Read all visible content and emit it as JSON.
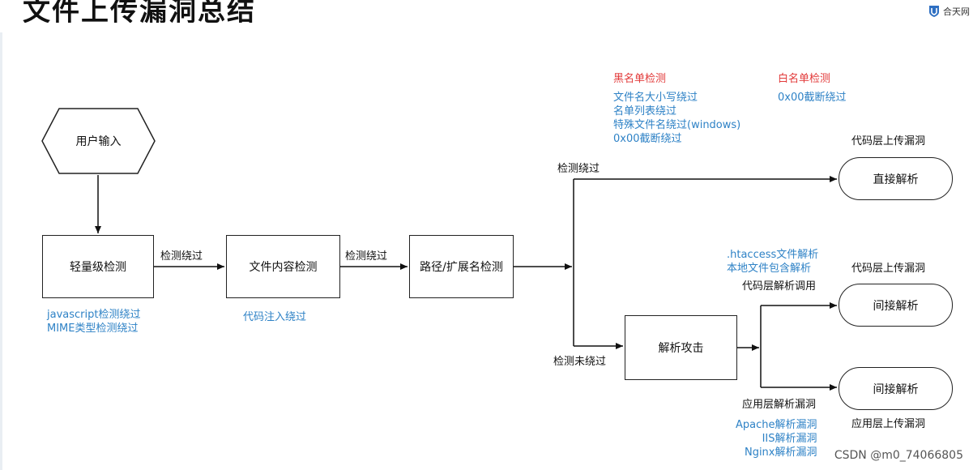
{
  "title": "文件上传漏洞总结",
  "logo_text": "合天网",
  "nodes": {
    "user_input": "用户输入",
    "light_check": "轻量级检测",
    "content_check": "文件内容检测",
    "path_check": "路径/扩展名检测",
    "parse_attack": "解析攻击",
    "direct_parse": "直接解析",
    "indirect_parse_1": "间接解析",
    "indirect_parse_2": "间接解析"
  },
  "edge_labels": {
    "bypass_1": "检测绕过",
    "bypass_2": "检测绕过",
    "bypass_top": "检测绕过",
    "not_bypassed": "检测未绕过",
    "code_layer_call": "代码层解析调用",
    "app_layer_vuln": "应用层解析漏洞"
  },
  "side_labels": {
    "code_layer_upload_1": "代码层上传漏洞",
    "code_layer_upload_2": "代码层上传漏洞",
    "app_layer_upload": "应用层上传漏洞"
  },
  "notes": {
    "light_check": [
      "javascript检测绕过",
      "MIME类型检测绕过"
    ],
    "content_check": [
      "代码注入绕过"
    ],
    "blacklist_title": "黑名单检测",
    "blacklist": [
      "文件名大小写绕过",
      "名单列表绕过",
      "特殊文件名绕过(windows)",
      "0x00截断绕过"
    ],
    "whitelist_title": "白名单检测",
    "whitelist": [
      "0x00截断绕过"
    ],
    "code_parse": [
      ".htaccess文件解析",
      "本地文件包含解析"
    ],
    "app_parse": [
      "Apache解析漏洞",
      "IIS解析漏洞",
      "Nginx解析漏洞"
    ]
  },
  "watermark": "CSDN @m0_74066805",
  "colors": {
    "note_blue": "#2e82c6",
    "note_red": "#e23a3a"
  }
}
